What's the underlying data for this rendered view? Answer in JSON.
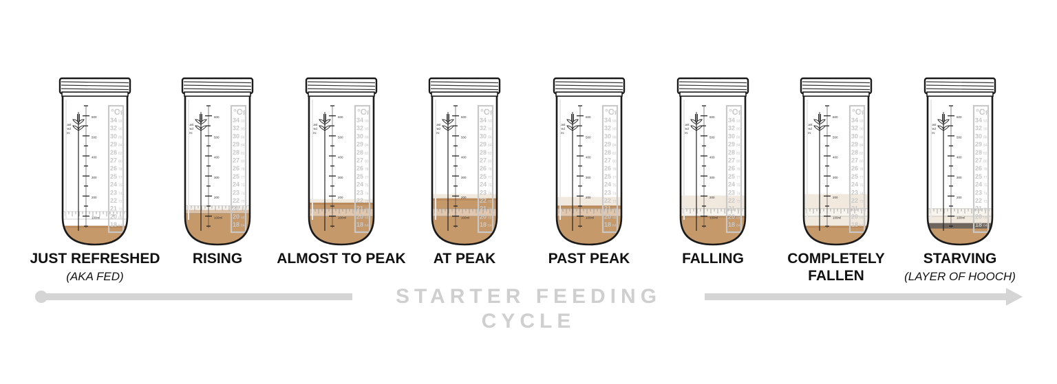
{
  "jar_scale": {
    "ml_marks": [
      "600",
      "500",
      "400",
      "300",
      "200",
      "100ml"
    ],
    "unit_c": "°C",
    "unit_f": "°F",
    "temps": [
      {
        "c": "34",
        "f": "93"
      },
      {
        "c": "32",
        "f": "90"
      },
      {
        "c": "30",
        "f": "86"
      },
      {
        "c": "29",
        "f": "84"
      },
      {
        "c": "28",
        "f": "82"
      },
      {
        "c": "27",
        "f": "80"
      },
      {
        "c": "26",
        "f": "78"
      },
      {
        "c": "25",
        "f": "77"
      },
      {
        "c": "24",
        "f": "75"
      },
      {
        "c": "23",
        "f": "74"
      },
      {
        "c": "22",
        "f": "72"
      },
      {
        "c": "21",
        "f": "70"
      },
      {
        "c": "20",
        "f": "68"
      },
      {
        "c": "18",
        "f": "64"
      }
    ],
    "last_fed_label": [
      "Last",
      "Fed",
      "On:"
    ]
  },
  "stages": [
    {
      "title": "JUST REFRESHED",
      "subtitle": "(AKA FED)",
      "level": 0.13,
      "band_level": 0.2,
      "foam": 0,
      "hooch": false
    },
    {
      "title": "RISING",
      "subtitle": "",
      "level": 0.24,
      "band_level": 0.24,
      "foam": 0.025,
      "hooch": false
    },
    {
      "title": "ALMOST TO PEAK",
      "subtitle": "",
      "level": 0.29,
      "band_level": 0.22,
      "foam": 0.025,
      "hooch": false
    },
    {
      "title": "AT PEAK",
      "subtitle": "",
      "level": 0.32,
      "band_level": 0.22,
      "foam": 0.03,
      "hooch": false
    },
    {
      "title": "PAST PEAK",
      "subtitle": "",
      "level": 0.27,
      "band_level": 0.22,
      "foam": 0.06,
      "hooch": false
    },
    {
      "title": "FALLING",
      "subtitle": "",
      "level": 0.2,
      "band_level": 0.22,
      "foam": 0.14,
      "hooch": false
    },
    {
      "title": "COMPLETELY FALLEN",
      "subtitle": "",
      "level": 0.13,
      "band_level": 0.22,
      "foam": 0.22,
      "hooch": false
    },
    {
      "title": "STARVING",
      "subtitle": "(LAYER OF HOOCH)",
      "level": 0.13,
      "band_level": 0.22,
      "foam": 0.12,
      "hooch": true
    }
  ],
  "cycle_label": "STARTER FEEDING CYCLE",
  "colors": {
    "starter": "#c6996a",
    "starter_top": "#b88a5c",
    "foam": "#eee3d6",
    "hooch": "#6e655c",
    "outline": "#1a1a1a",
    "scale_gray": "#c8c8c8",
    "arrow": "#d5d5d5"
  }
}
